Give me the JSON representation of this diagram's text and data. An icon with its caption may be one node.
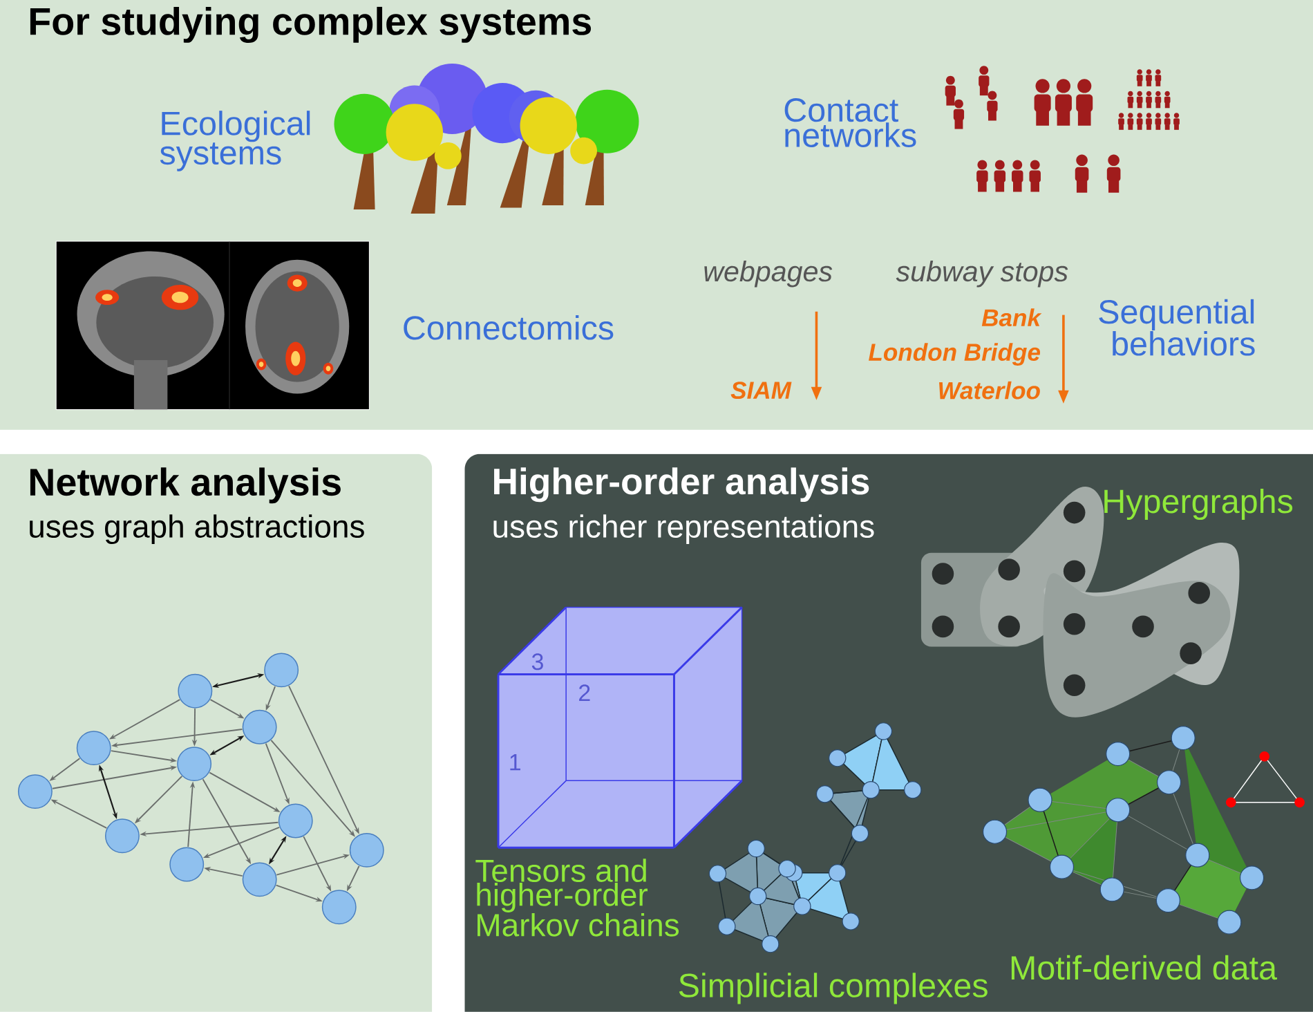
{
  "diagram": {
    "nodes": [
      {
        "text": [
          "For studying complex systems"
        ]
      },
      {
        "text": [
          "Network analysis",
          "uses graph abstractions"
        ]
      },
      {
        "text": [
          "Higher-order analysis",
          "uses richer representations"
        ]
      }
    ],
    "labels": [
      "Ecological systems",
      "Contact networks",
      "Connectomics",
      "webpages",
      "subway stops",
      "SIAM",
      "Bank",
      "London Bridge",
      "Waterloo",
      "Sequential behaviors",
      "Hypergraphs",
      "3",
      "2",
      "1",
      "Tensors and higher-order Markov chains",
      "Simplicial complexes",
      "Motif-derived data"
    ]
  }
}
